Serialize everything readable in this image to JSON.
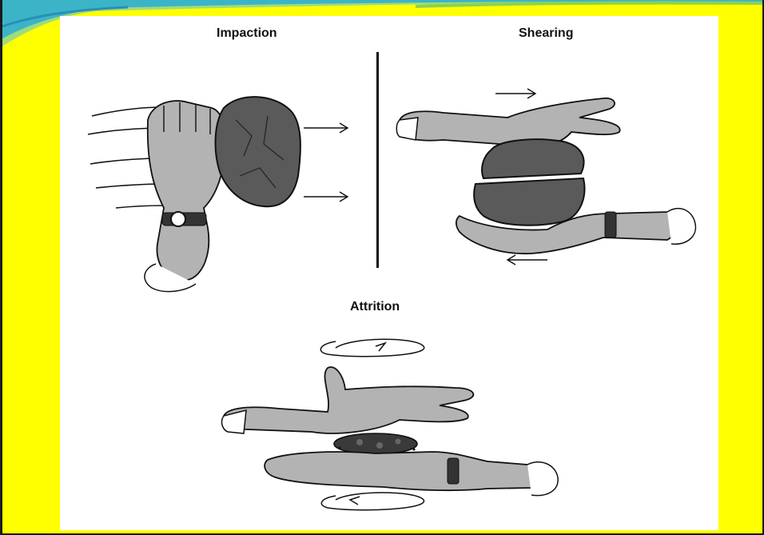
{
  "slide": {
    "background_color": "#ffff00",
    "panel_color": "#ffffff",
    "accent_colors": [
      "#3cb4c8",
      "#8fd14f",
      "#2a8fb8"
    ]
  },
  "diagram": {
    "panels": [
      {
        "caption": "Impaction",
        "illustration": "fist-striking-rock"
      },
      {
        "caption": "Shearing",
        "illustration": "hands-sliding-split-rock"
      },
      {
        "caption": "Attrition",
        "illustration": "hands-grinding-rock-particles"
      }
    ]
  }
}
